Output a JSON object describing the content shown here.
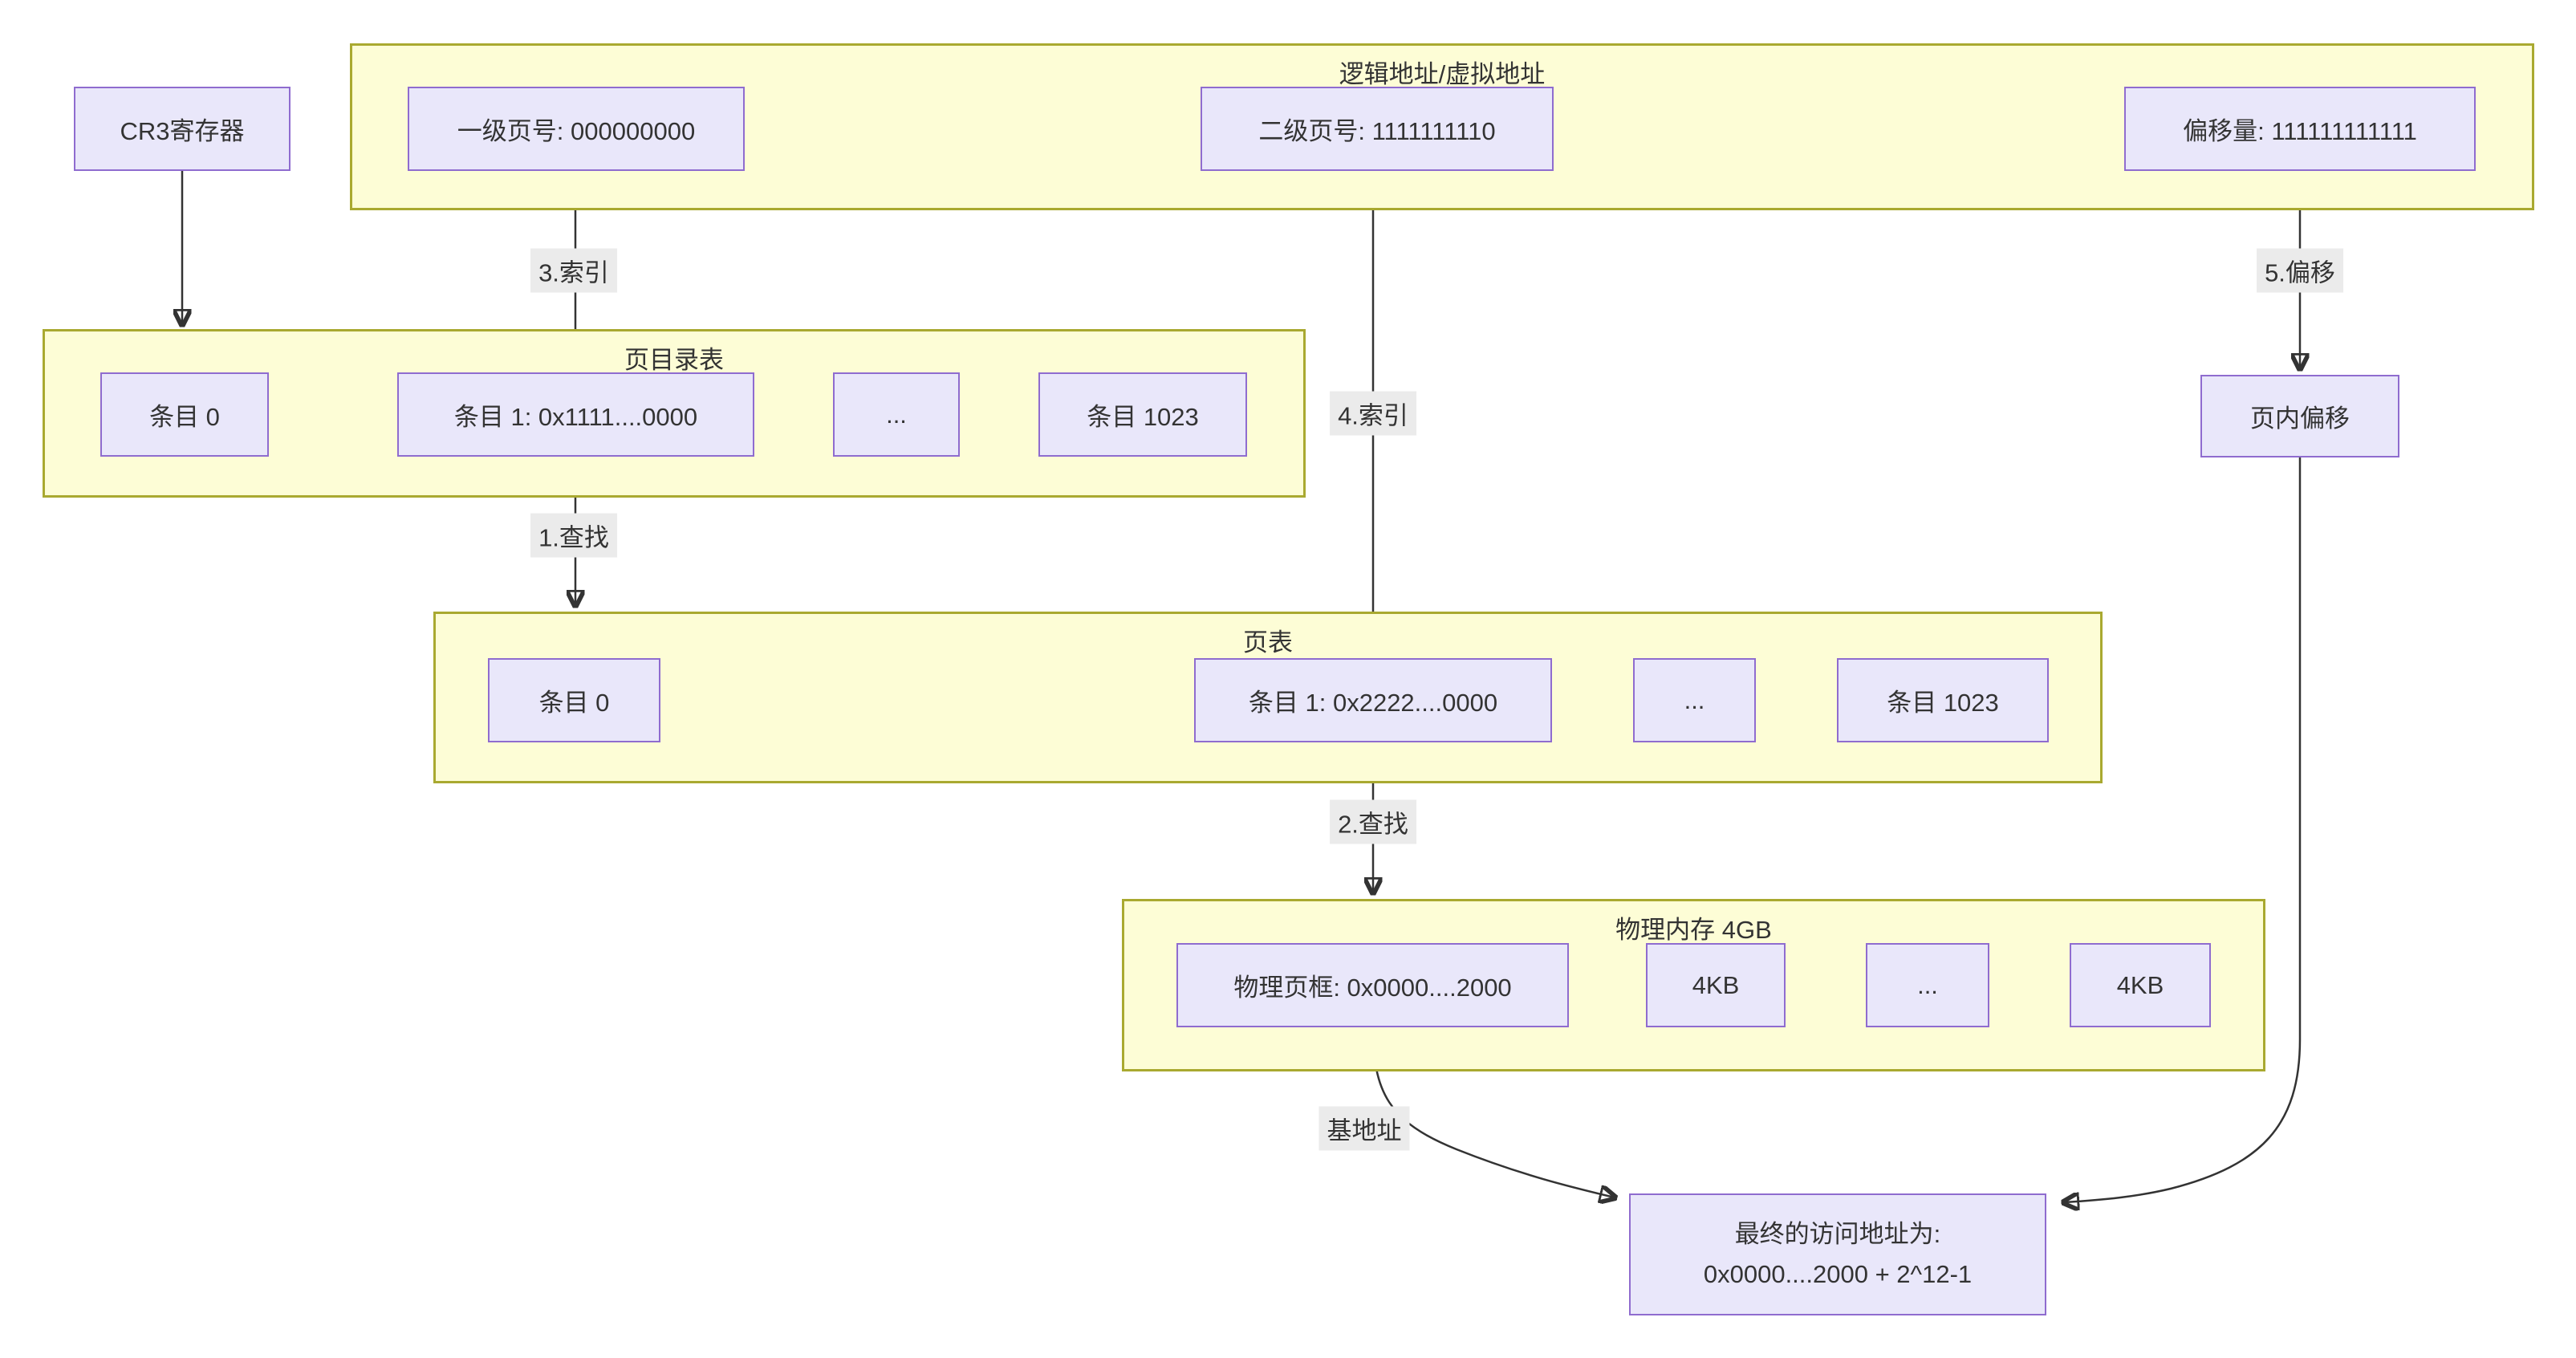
{
  "diagram": {
    "cr3": {
      "label": "CR3寄存器"
    },
    "logical_address": {
      "title": "逻辑地址/虚拟地址",
      "fields": [
        {
          "label": "一级页号: 000000000"
        },
        {
          "label": "二级页号: 1111111110"
        },
        {
          "label": "偏移量: 111111111111"
        }
      ]
    },
    "page_directory": {
      "title": "页目录表",
      "entries": [
        {
          "label": "条目 0"
        },
        {
          "label": "条目 1: 0x1111....0000"
        },
        {
          "label": "..."
        },
        {
          "label": "条目 1023"
        }
      ]
    },
    "page_table": {
      "title": "页表",
      "entries": [
        {
          "label": "条目 0"
        },
        {
          "label": "条目 1: 0x2222....0000"
        },
        {
          "label": "..."
        },
        {
          "label": "条目 1023"
        }
      ]
    },
    "physical_memory": {
      "title": "物理内存 4GB",
      "entries": [
        {
          "label": "物理页框: 0x0000....2000"
        },
        {
          "label": "4KB"
        },
        {
          "label": "..."
        },
        {
          "label": "4KB"
        }
      ]
    },
    "page_offset_node": {
      "label": "页内偏移"
    },
    "final_address": {
      "line1": "最终的访问地址为:",
      "line2": "0x0000....2000 + 2^12-1"
    },
    "flow_labels": {
      "lookup1": "1.查找",
      "lookup2": "2.查找",
      "index3": "3.索引",
      "index4": "4.索引",
      "offset5": "5.偏移",
      "base_address": "基地址"
    },
    "colors": {
      "container_fill": "#fdfdd6",
      "container_border": "#a9a930",
      "node_fill": "#e9e7fa",
      "node_border": "#8f6ccf",
      "edge": "#333333",
      "label_bg": "#ebebeb",
      "text": "#333333"
    }
  }
}
